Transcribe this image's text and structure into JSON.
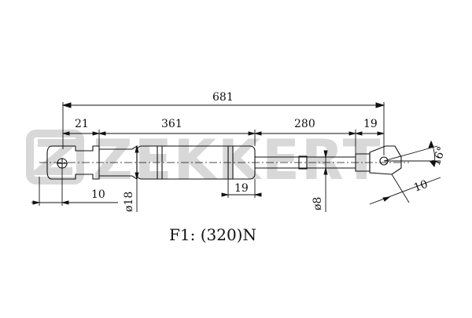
{
  "watermark": "ZEKKERT",
  "dimensions": {
    "overall": "681",
    "left_end": "21",
    "cylinder": "361",
    "rod": "280",
    "right_end": "19",
    "eye_offset": "10",
    "collar": "19",
    "cylinder_dia": "ø18",
    "rod_dia": "ø8",
    "angle": "16°",
    "right_eye_offset": "10"
  },
  "force_label": "F1:  (320)N",
  "colors": {
    "line": "#111111",
    "watermark": "#d8d8d8"
  }
}
